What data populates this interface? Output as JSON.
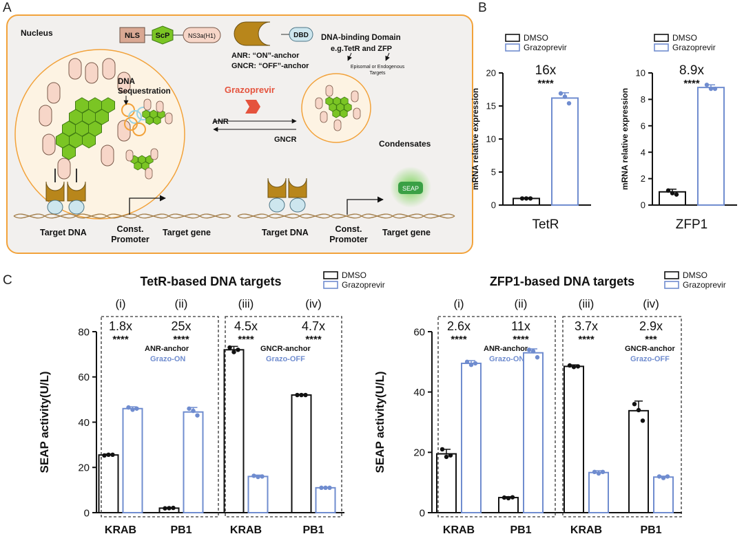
{
  "panels": {
    "A": "A",
    "B": "B",
    "C": "C"
  },
  "colors": {
    "dmso": "#111111",
    "grazo": "#6f8ccf",
    "ring": "#f2a23a",
    "panel_bg": "#f2f0ee",
    "scp": "#7bc524",
    "anchor": "#b8861b",
    "dna": "#c8a26a",
    "accent": "#e5533d"
  },
  "schematic": {
    "nucleus": "Nucleus",
    "nls": "NLS",
    "scp": "ScP",
    "ns3a": "NS3a(H1)",
    "dbd": "DBD",
    "anr": "ANR: “ON”-anchor",
    "gncr": "GNCR: “OFF”-anchor",
    "dbd_title": "DNA-binding Domain",
    "dbd_examples": "e.g.TetR and ZFP",
    "dbd_targets_1": "Episomal or Endogenous",
    "dbd_targets_2": "Targets",
    "dna_seq_1": "DNA",
    "dna_seq_2": "Sequestration",
    "drug": "Grazoprevir",
    "arrow_anr": "ANR",
    "arrow_gncr": "GNCR",
    "condensates": "Condensates",
    "seap": "SEAP",
    "left_target_dna": "Target DNA",
    "left_const_1": "Const.",
    "left_const_2": "Promoter",
    "left_target_gene": "Target gene",
    "right_target_dna": "Target DNA",
    "right_const_1": "Const.",
    "right_const_2": "Promoter",
    "right_target_gene": "Target gene"
  },
  "chart_data": [
    {
      "id": "B-TetR",
      "type": "bar",
      "categories": [
        "TetR"
      ],
      "series": [
        {
          "name": "DMSO",
          "values": [
            1.0
          ],
          "error": [
            0.1
          ],
          "points": [
            [
              1.0,
              1.0,
              1.0
            ]
          ]
        },
        {
          "name": "Grazoprevir",
          "values": [
            16.2
          ],
          "error": [
            0.8
          ],
          "points": [
            [
              16.9,
              16.4,
              15.4
            ]
          ]
        }
      ],
      "ylabel": "mRNA relative expression",
      "ylim": [
        0,
        20
      ],
      "yticks": [
        "0",
        "5",
        "10",
        "15",
        "20"
      ],
      "annotations": [
        {
          "fold": "16x",
          "stars": "****"
        }
      ],
      "legend": "top"
    },
    {
      "id": "B-ZFP1",
      "type": "bar",
      "categories": [
        "ZFP1"
      ],
      "series": [
        {
          "name": "DMSO",
          "values": [
            1.0
          ],
          "error": [
            0.2
          ],
          "points": [
            [
              1.1,
              0.9,
              0.8
            ]
          ]
        },
        {
          "name": "Grazoprevir",
          "values": [
            8.9
          ],
          "error": [
            0.2
          ],
          "points": [
            [
              9.1,
              8.8,
              8.8
            ]
          ]
        }
      ],
      "ylabel": "mRNA relative expression",
      "ylim": [
        0,
        10
      ],
      "yticks": [
        "0",
        "2",
        "4",
        "6",
        "8",
        "10"
      ],
      "annotations": [
        {
          "fold": "8.9x",
          "stars": "****"
        }
      ],
      "legend": "top"
    },
    {
      "id": "C-TetR",
      "type": "bar",
      "title": "TetR-based DNA targets",
      "categories": [
        "KRAB",
        "PB1",
        "KRAB",
        "PB1"
      ],
      "groups": [
        "(i)",
        "(ii)",
        "(iii)",
        "(iv)"
      ],
      "series": [
        {
          "name": "DMSO",
          "values": [
            25.5,
            2.0,
            72.0,
            52.0
          ],
          "error": [
            0.4,
            0.3,
            1.5,
            0.3
          ],
          "points": [
            [
              25.3,
              25.6,
              25.6
            ],
            [
              1.9,
              2.0,
              2.1
            ],
            [
              73.0,
              71.0,
              72.0
            ],
            [
              52.0,
              52.0,
              52.0
            ]
          ]
        },
        {
          "name": "Grazoprevir",
          "values": [
            46.0,
            44.5,
            16.0,
            11.0
          ],
          "error": [
            0.8,
            2.0,
            0.6,
            0.2
          ],
          "points": [
            [
              46.5,
              45.5,
              46.0
            ],
            [
              46.0,
              45.0,
              43.0
            ],
            [
              16.3,
              15.8,
              16.0
            ],
            [
              11.0,
              11.0,
              11.0
            ]
          ]
        }
      ],
      "ylabel": "SEAP activity(U/L)",
      "ylim": [
        0,
        80
      ],
      "yticks": [
        "0",
        "20",
        "40",
        "60",
        "80"
      ],
      "annotations": [
        {
          "fold": "1.8x",
          "stars": "****"
        },
        {
          "fold": "25x",
          "stars": "****"
        },
        {
          "fold": "4.5x",
          "stars": "****"
        },
        {
          "fold": "4.7x",
          "stars": "****"
        }
      ],
      "box_labels": [
        {
          "anchor": "ANR-anchor",
          "mode": "Grazo-ON"
        },
        {
          "anchor": "GNCR-anchor",
          "mode": "Grazo-OFF"
        }
      ],
      "legend": "top-right"
    },
    {
      "id": "C-ZFP1",
      "type": "bar",
      "title": "ZFP1-based DNA targets",
      "categories": [
        "KRAB",
        "PB1",
        "KRAB",
        "PB1"
      ],
      "groups": [
        "(i)",
        "(ii)",
        "(iii)",
        "(iv)"
      ],
      "series": [
        {
          "name": "DMSO",
          "values": [
            19.5,
            5.0,
            48.5,
            33.8
          ],
          "error": [
            1.5,
            0.3,
            0.5,
            3.2
          ],
          "points": [
            [
              21.0,
              18.5,
              19.0
            ],
            [
              5.0,
              4.8,
              5.1
            ],
            [
              48.8,
              48.3,
              48.5
            ],
            [
              36.0,
              34.0,
              30.5
            ]
          ]
        },
        {
          "name": "Grazoprevir",
          "values": [
            49.5,
            53.0,
            13.3,
            11.8
          ],
          "error": [
            0.9,
            1.3,
            0.6,
            0.3
          ],
          "points": [
            [
              50.0,
              49.0,
              49.5
            ],
            [
              54.0,
              53.5,
              51.5
            ],
            [
              13.5,
              13.0,
              13.5
            ],
            [
              12.0,
              11.5,
              12.0
            ]
          ]
        }
      ],
      "ylabel": "SEAP activity(U/L)",
      "ylim": [
        0,
        60
      ],
      "yticks": [
        "0",
        "20",
        "40",
        "60"
      ],
      "annotations": [
        {
          "fold": "2.6x",
          "stars": "****"
        },
        {
          "fold": "11x",
          "stars": "****"
        },
        {
          "fold": "3.7x",
          "stars": "****"
        },
        {
          "fold": "2.9x",
          "stars": "***"
        }
      ],
      "box_labels": [
        {
          "anchor": "ANR-anchor",
          "mode": "Grazo-ON"
        },
        {
          "anchor": "GNCR-anchor",
          "mode": "Grazo-OFF"
        }
      ],
      "legend": "top-right"
    }
  ]
}
